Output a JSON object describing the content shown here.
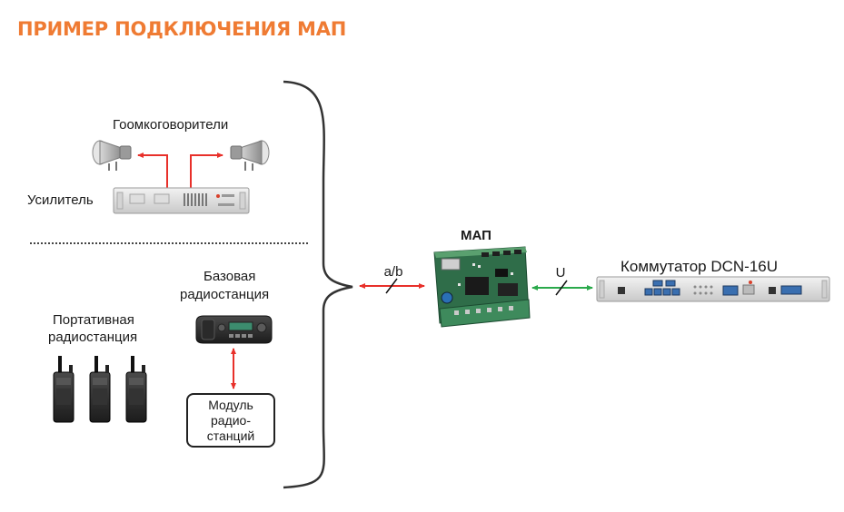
{
  "title": "ПРИМЕР ПОДКЛЮЧЕНИЯ МАП",
  "labels": {
    "loudspeakers": "Гоомкоговорители",
    "amplifier": "Усилитель",
    "base_station_line1": "Базовая",
    "base_station_line2": "радиостанция",
    "portable_line1": "Портативная",
    "portable_line2": "радиостанция",
    "module_line1": "Модуль",
    "module_line2": "радио-",
    "module_line3": "станций",
    "map": "МАП",
    "link_ab": "a/b",
    "link_u": "U",
    "switch": "Коммутатор DCN-16U"
  },
  "colors": {
    "title": "#ef7b33",
    "red_arrow": "#e8302a",
    "green_arrow": "#2aa94b",
    "board_green": "#3a7d55"
  },
  "icons": [
    "loudspeaker-icon",
    "amplifier-device",
    "base-radio-device",
    "portable-radio-icon",
    "map-board-device",
    "switch-rack-device"
  ]
}
